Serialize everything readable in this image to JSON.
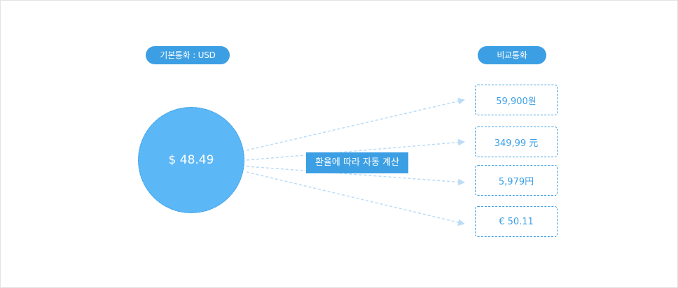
{
  "base_currency_label": "기본통화 : USD",
  "compare_currency_label": "비교통화",
  "base_amount": "$ 48.49",
  "auto_calc_label": "환율에 따라 자동 계산",
  "results": [
    "59,900원",
    "349,99 元",
    "5,979円",
    "€ 50.11"
  ],
  "colors": {
    "accent": "#3c9fe4",
    "circle_fill": "#5bb7f6",
    "arrow": "#bcdcf6"
  }
}
